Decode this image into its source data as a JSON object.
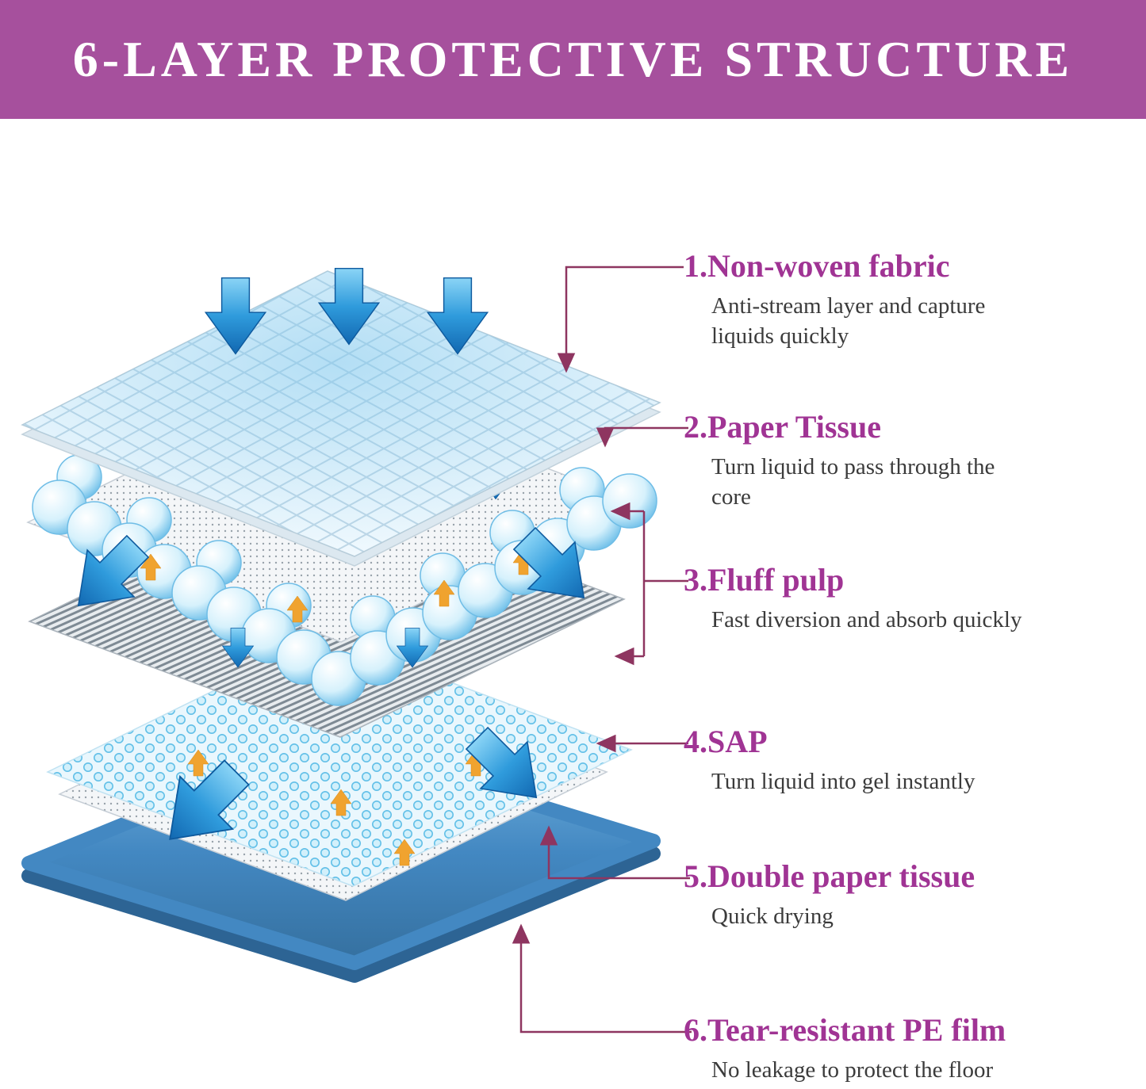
{
  "header": {
    "title": "6-LAYER PROTECTIVE STRUCTURE"
  },
  "layers": [
    {
      "heading": "1.Non-woven fabric",
      "description": "Anti-stream layer and capture liquids quickly"
    },
    {
      "heading": "2.Paper Tissue",
      "description": "Turn liquid to pass through the core"
    },
    {
      "heading": "3.Fluff pulp",
      "description": "Fast diversion and absorb quickly"
    },
    {
      "heading": "4.SAP",
      "description": "Turn liquid into gel instantly"
    },
    {
      "heading": "5.Double paper tissue",
      "description": "Quick drying"
    },
    {
      "heading": "6.Tear-resistant PE film",
      "description": "No leakage to protect the floor"
    }
  ],
  "colors": {
    "banner": "#a6509d",
    "heading_text": "#a03494",
    "body_text": "#3b3b3b",
    "connector_line": "#8e3560",
    "arrow_blue": "#1e86cc",
    "arrow_orange": "#f0a32f",
    "pe_film_blue": "#4388c2"
  }
}
